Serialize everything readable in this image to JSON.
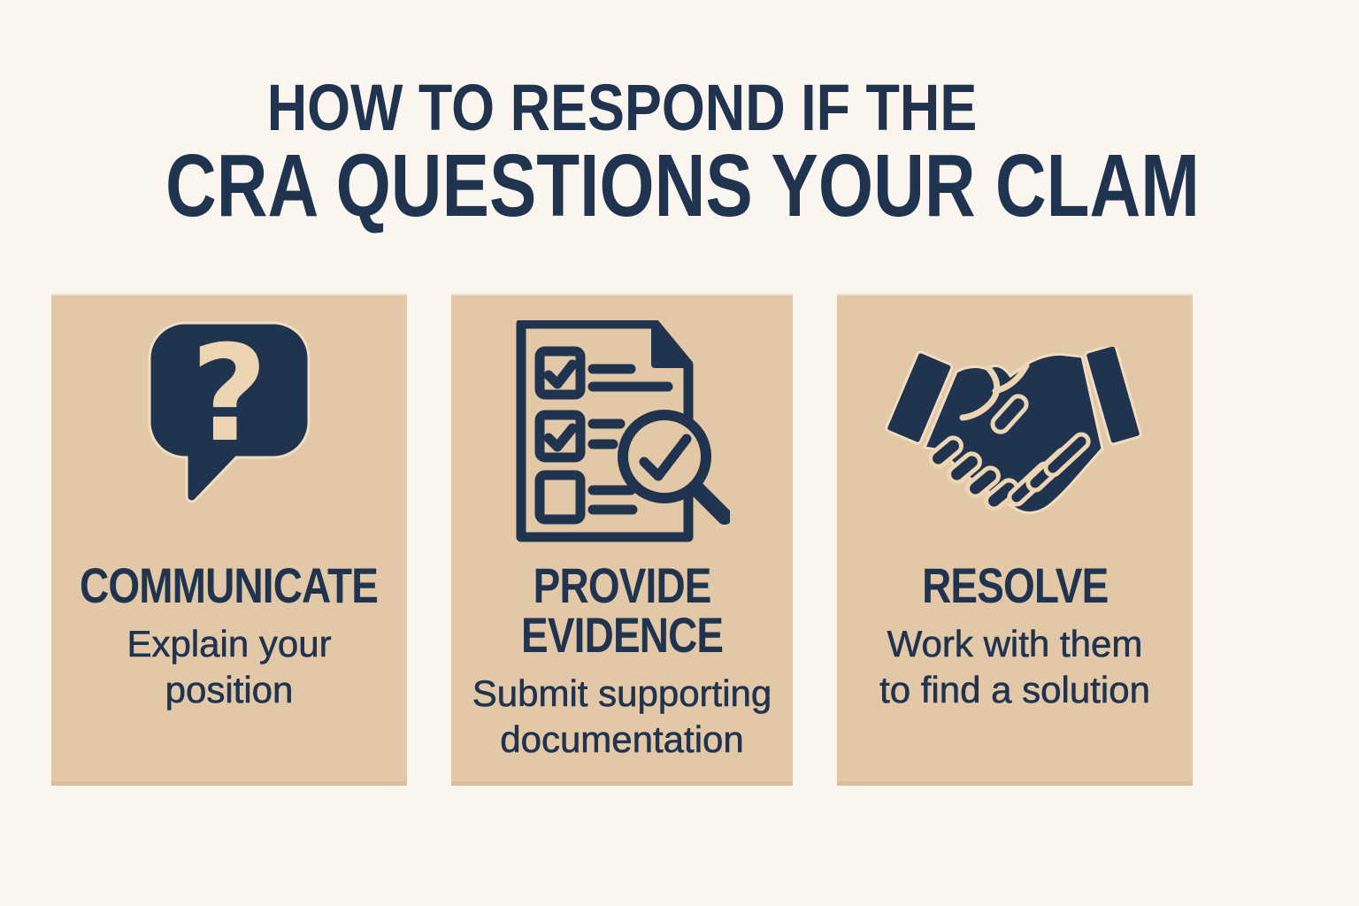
{
  "page": {
    "title_line1": "HOW TO RESPOND IF THE",
    "title_line2": "CRA QUESTIONS YOUR CLAM"
  },
  "cards": [
    {
      "icon": "question-speech-bubble-icon",
      "icon_glyph": "?",
      "title": "COMMUNICATE",
      "title_lines": [
        "COMMUNICATE"
      ],
      "subtitle": "Explain your position",
      "subtitle_lines": [
        "Explain your",
        "position"
      ]
    },
    {
      "icon": "document-checklist-magnifier-icon",
      "title": "PROVIDE EVIDENCE",
      "title_lines": [
        "PROVIDE",
        "EVIDENCE"
      ],
      "subtitle": "Submit supporting documentation",
      "subtitle_lines": [
        "Submit supporting",
        "documentation"
      ]
    },
    {
      "icon": "handshake-icon",
      "title": "RESOLVE",
      "title_lines": [
        "RESOLVE"
      ],
      "subtitle": "Work with them to find a solution",
      "subtitle_lines": [
        "Work with them",
        "to find a solution"
      ]
    }
  ],
  "colors": {
    "background": "#FAF6EF",
    "card": "#E3C8A7",
    "navy": "#20334F",
    "cutout": "#EDD5B3",
    "card-edge": "#D9BD9C"
  }
}
